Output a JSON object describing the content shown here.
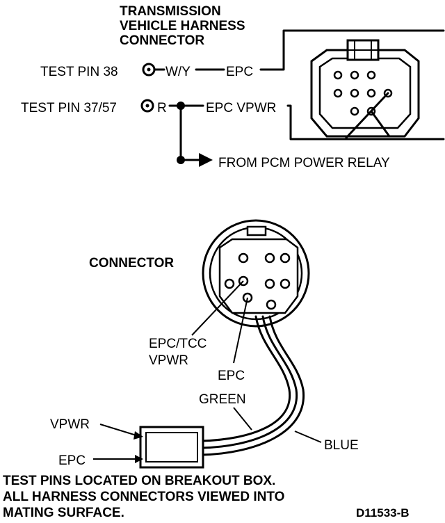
{
  "top_diagram": {
    "title_line1": "TRANSMISSION",
    "title_line2": "VEHICLE HARNESS",
    "title_line3": "CONNECTOR",
    "test_pin_38": "TEST PIN 38",
    "wire_wy": "W/Y",
    "epc_label": "EPC",
    "test_pin_37_57": "TEST PIN 37/57",
    "wire_r": "R",
    "epc_vpwr_label": "EPC VPWR",
    "from_pcm": "FROM PCM POWER RELAY"
  },
  "bottom_diagram": {
    "connector_label": "CONNECTOR",
    "epc_tcc_line1": "EPC/TCC",
    "epc_tcc_line2": "VPWR",
    "epc_label": "EPC",
    "green_label": "GREEN",
    "vpwr_label": "VPWR",
    "blue_label": "BLUE",
    "epc_box_label": "EPC"
  },
  "footnote": {
    "line1": "TEST PINS LOCATED ON BREAKOUT BOX.",
    "line2": "ALL HARNESS CONNECTORS VIEWED INTO",
    "line3": "MATING SURFACE."
  },
  "figure_id": "D11533-B"
}
